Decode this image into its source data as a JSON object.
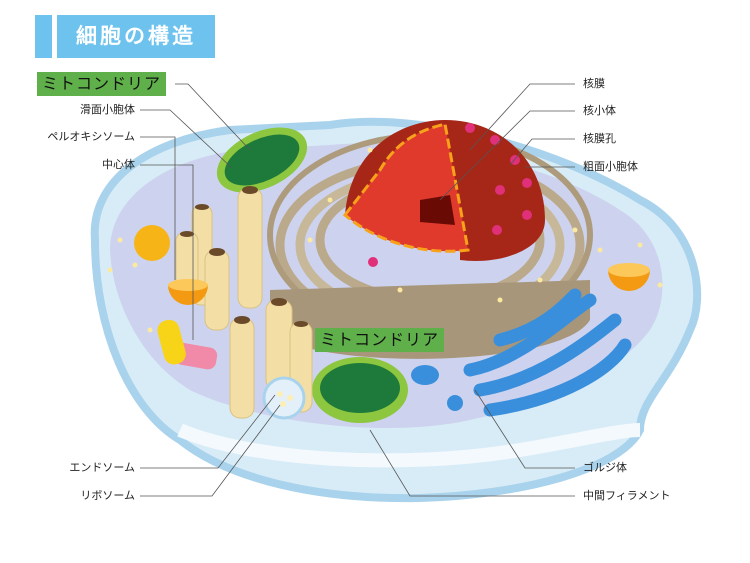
{
  "title": "細胞の構造",
  "highlight_labels": [
    "ミトコンドリア",
    "ミトコンドリア"
  ],
  "left_labels": [
    "滑面小胞体",
    "ペルオキシソーム",
    "中心体",
    "エンドソーム",
    "リボソーム"
  ],
  "right_labels": [
    "核膜",
    "核小体",
    "核膜孔",
    "粗面小胞体",
    "ゴルジ体",
    "中間フィラメント"
  ],
  "colors": {
    "title_bg": "#6ec3ee",
    "highlight_bg": "#5fb04a"
  }
}
